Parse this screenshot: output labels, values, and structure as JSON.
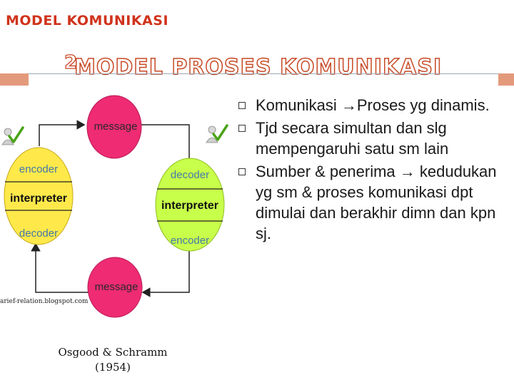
{
  "header": {
    "label": "MODEL KOMUNIKASI",
    "slide_number": "2",
    "title": "MODEL PROSES KOMUNIKASI"
  },
  "diagram": {
    "top_node": "message",
    "bottom_node": "message",
    "left_participant": {
      "top": "encoder",
      "middle": "interpreter",
      "bottom": "decoder"
    },
    "right_participant": {
      "top": "decoder",
      "middle": "interpreter",
      "bottom": "encoder"
    },
    "icons": [
      "person-checkmark-icon",
      "person-checkmark-icon"
    ],
    "colors": {
      "message_fill": "#ee2b73",
      "participant_fill": "#ffe94a",
      "participant_fill_right": "#c8ff4a",
      "encoder_text": "#4477aa",
      "check": "#4aa317"
    },
    "watermark": "arief-relation.blogspot.com",
    "caption_line1": "Osgood & Schramm",
    "caption_line2": "(1954)"
  },
  "bullets": [
    {
      "text": "Komunikasi →Proses yg dinamis."
    },
    {
      "text": "Tjd secara simultan dan slg  mempengaruhi satu sm lain"
    },
    {
      "text": "Sumber & penerima → kedudukan yg sm & proses komunikasi dpt dimulai dan berakhir dimn dan kpn sj."
    }
  ],
  "accent_color": "#c74a26"
}
